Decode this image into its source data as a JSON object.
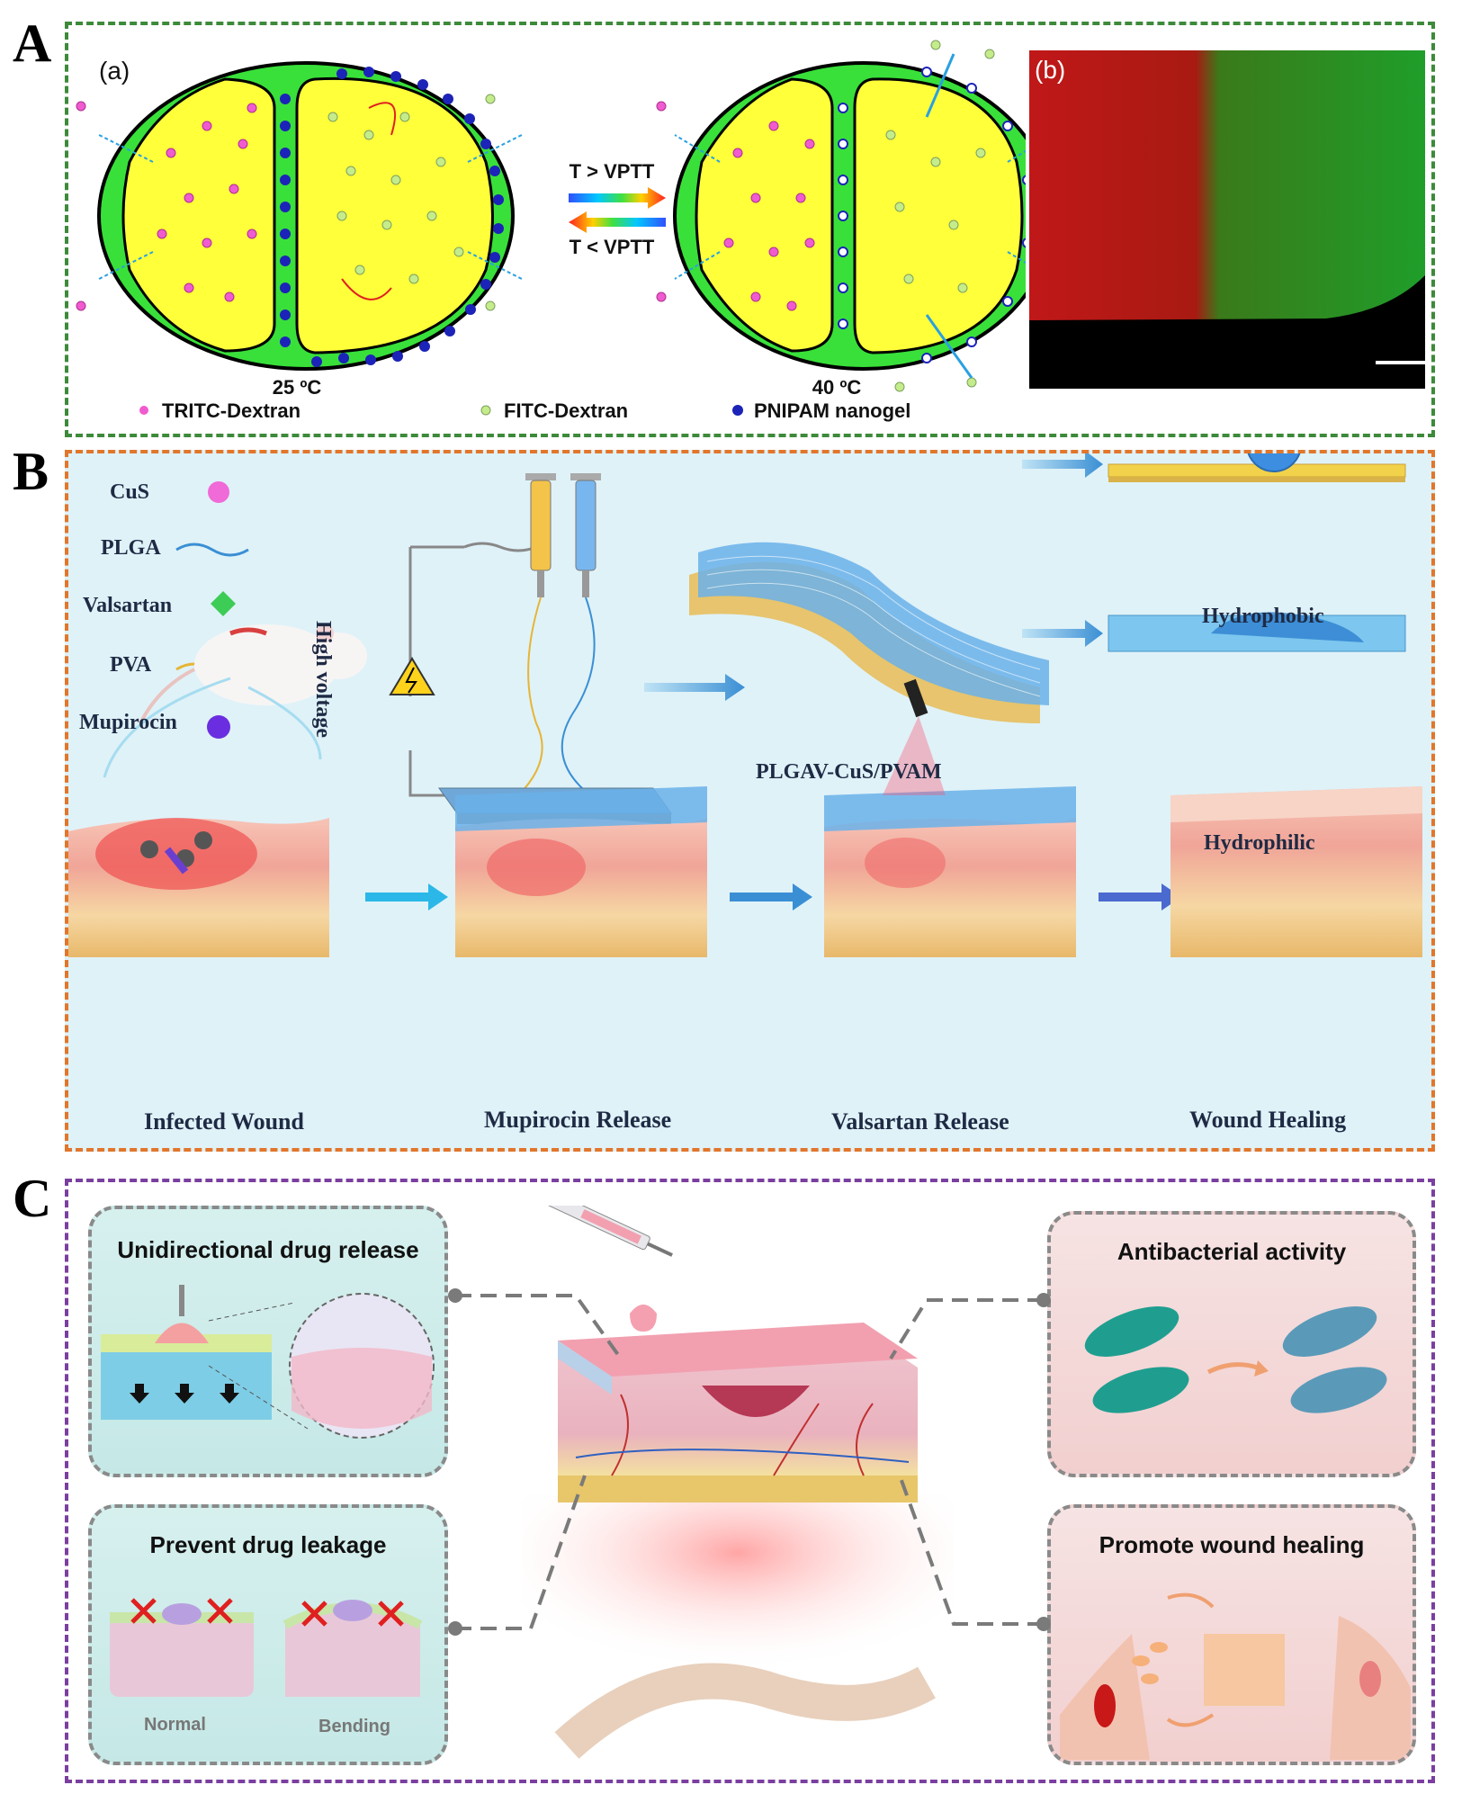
{
  "panel_labels": {
    "a": "A",
    "b": "B",
    "c": "C"
  },
  "panelA": {
    "sub_a": "(a)",
    "sub_b": "(b)",
    "temp_left": "25 ºC",
    "temp_right": "40 ºC",
    "arrow_top": "T > VPTT",
    "arrow_bottom": "T < VPTT",
    "legend": {
      "tritc": "TRITC-Dextran",
      "fitc": "FITC-Dextran",
      "pnipam": "PNIPAM nanogel"
    }
  },
  "panelB": {
    "legend": {
      "cus": "CuS",
      "plga": "PLGA",
      "valsartan": "Valsartan",
      "pva": "PVA",
      "mupirocin": "Mupirocin"
    },
    "high_voltage": "High voltage",
    "membrane": "PLGAV-CuS/PVAM",
    "hydrophobic": "Hydrophobic",
    "hydrophilic": "Hydrophilic",
    "steps": [
      "Infected Wound",
      "Mupirocin Release",
      "Valsartan Release",
      "Wound Healing"
    ]
  },
  "panelC": {
    "card1": "Unidirectional drug release",
    "card2": "Prevent drug leakage",
    "card3": "Antibacterial activity",
    "card4": "Promote wound healing",
    "normal": "Normal",
    "bending": "Bending"
  },
  "colors": {
    "green_border": "#3d8a3a",
    "orange_border": "#e2762b",
    "purple_border": "#7b3fa0",
    "gel_green": "#39e03a",
    "gel_yellow": "#ffff3a",
    "tritc": "#f05bd0",
    "fitc": "#c5ec8a",
    "pnipam": "#1c23b8"
  }
}
